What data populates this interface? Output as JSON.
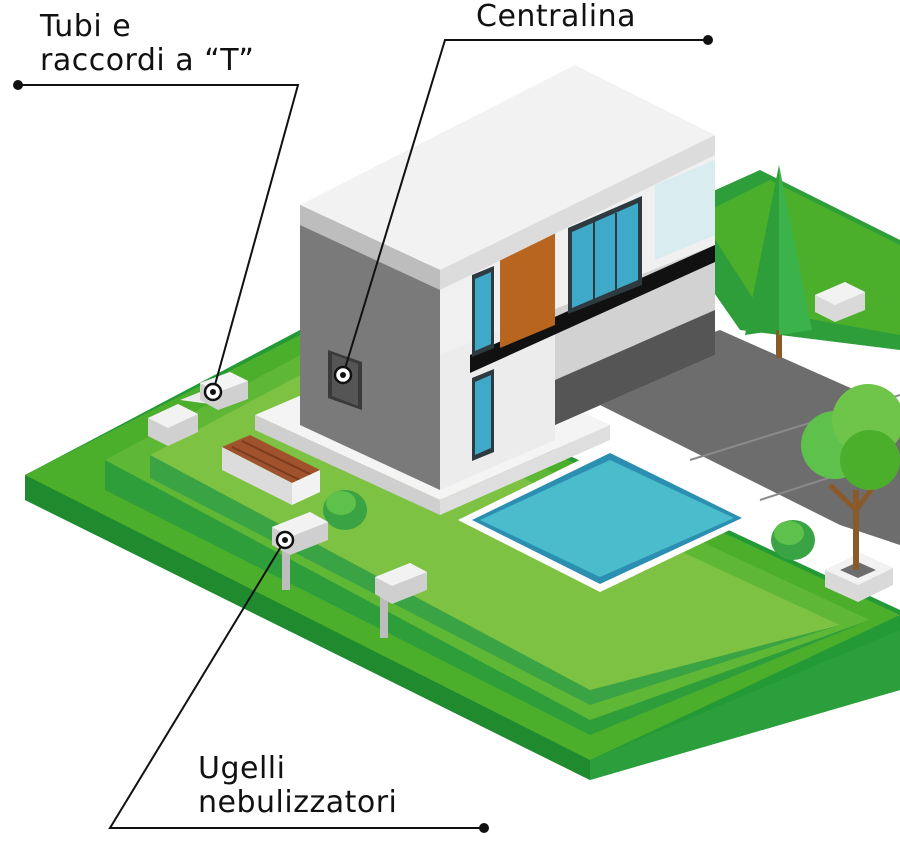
{
  "callouts": {
    "tubi": {
      "line1": "Tubi e",
      "line2": "raccordi a “T”"
    },
    "centralina": {
      "line1": "Centralina"
    },
    "ugelli": {
      "line1": "Ugelli",
      "line2": "nebulizzatori"
    }
  },
  "colors": {
    "grass_light": "#7dc242",
    "grass_mid": "#4caf2c",
    "grass_dark": "#2e9e3a",
    "grass_side": "#239a35",
    "wall_gray": "#7a7a7a",
    "wall_light": "#e8e8e8",
    "roof": "#f2f2f2",
    "pool_water": "#4bbccc",
    "pool_edge": "#ffffff",
    "driveway": "#6d6d6d",
    "wood": "#a0522d",
    "glass": "#3fa9c9",
    "tree_green": "#3aa444",
    "leader_line": "#111111"
  },
  "icons": [
    "controller-box-icon",
    "pipe-tee-connector-icon",
    "mist-nozzle-icon"
  ]
}
